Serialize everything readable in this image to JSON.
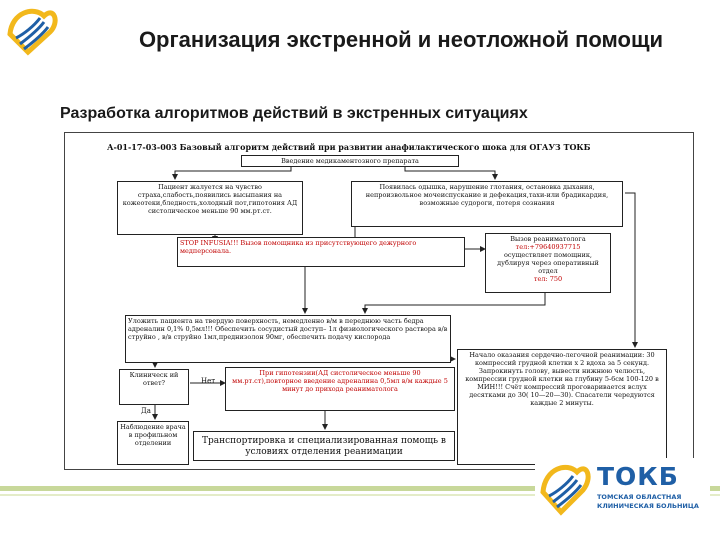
{
  "slide": {
    "title": "Организация экстренной и неотложной помощи",
    "subtitle": "Разработка алгоритмов действий в экстренных ситуациях"
  },
  "document": {
    "header": "А-01-17-03-003 Базовый алгоритм действий при развитии анафилактического шока для ОГАУЗ ТОКБ",
    "box_intro": "Введение медикаментозного препарата",
    "box_symptoms_left": "Пациент жалуется на чувство страха,слабость,появились высыпания на кожеотеки,бледность,холодный пот,гипотония АД систолическое меньше 90 мм.рт.ст.",
    "box_symptoms_right": "Появилась одышка, нарушение глотания, остановка дыхания, непроизвольное мочеиспускание и дефекация,тахи-или брадикардия, возможные судороги, потеря сознания",
    "box_stop": "STOP INFUSIA!!! Вызов помощника из присутствующего дежурного медперсонала.",
    "box_call_line1": "Вызов реаниматолога",
    "box_call_phone": "тел:+79640937715",
    "box_call_line2": "осуществляет помощник, дублируя через оперативный отдел",
    "box_call_ext": "тел: 750",
    "box_position": "Уложить пациента на твердую поверхность, немедленно в/м в переднюю часть бедра адреналин 0,1% 0,5мл!!! Обеспечить сосудистый доступ– 1л физиологического раствора в/в струйно , в/в cтруйно 1мл,преднизолон 90мг, обеспечить подачу кислорода",
    "box_clinical": "Клиническ ий ответ?",
    "label_no": "Нет",
    "label_yes": "Да",
    "box_hypotension": "При гипотензии(АД систолическое меньше 90 мм.рт.ст),повторное введение адреналина 0,5мл в/м каждые 5 минут до прихода реаниматолога",
    "box_observation": "Наблюдение врача в профильном отделении",
    "box_transport": "Транспортировка и специализированная помощь в условиях отделения реанимации",
    "box_cpr": "Начало оказания сердечно-легочной реанимации: 30 компрессий грудной клетки x 2 вдоха за 5 секунд. Запрокинуть голову, вывести нижнюю челюсть, компрессии грудной клетки на глубину 5-6см 100-120 в МИН!!! Счёт компрессий проговаривается вслух десятками до 30( 10—20—30). Спасатели чередуются каждые 2 минуты."
  },
  "logo": {
    "name": "ТОКБ",
    "line1": "ТОМСКАЯ ОБЛАСТНАЯ",
    "line2": "КЛИНИЧЕСКАЯ БОЛЬНИЦА"
  },
  "colors": {
    "logo_blue": "#1f5fa6",
    "logo_yellow": "#f2b81c",
    "accent_red": "#c00000",
    "strip_green": "#c8d89a"
  }
}
